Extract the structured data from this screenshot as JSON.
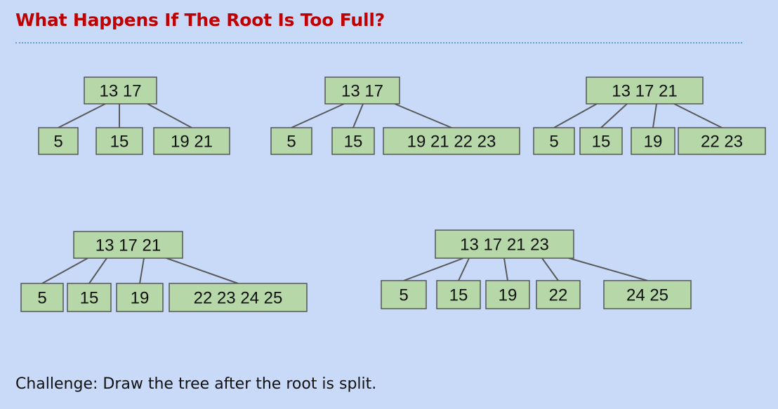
{
  "slide": {
    "title": "What Happens If The Root Is Too Full?",
    "challenge": "Challenge: Draw the tree after the root is split."
  },
  "trees": [
    {
      "root": "13  17",
      "children": [
        "5",
        "15",
        "19  21"
      ]
    },
    {
      "root": "13  17",
      "children": [
        "5",
        "15",
        "19  21  22  23"
      ]
    },
    {
      "root": "13  17  21",
      "children": [
        "5",
        "15",
        "19",
        "22  23"
      ]
    },
    {
      "root": "13  17  21",
      "children": [
        "5",
        "15",
        "19",
        "22  23  24  25"
      ]
    },
    {
      "root": "13  17  21  23",
      "children": [
        "5",
        "15",
        "19",
        "22",
        "24  25"
      ]
    }
  ],
  "colors": {
    "background": "#c9daf8",
    "title": "#c00000",
    "node_fill": "#b6d7a8",
    "node_border": "#555555",
    "edge": "#595959"
  }
}
